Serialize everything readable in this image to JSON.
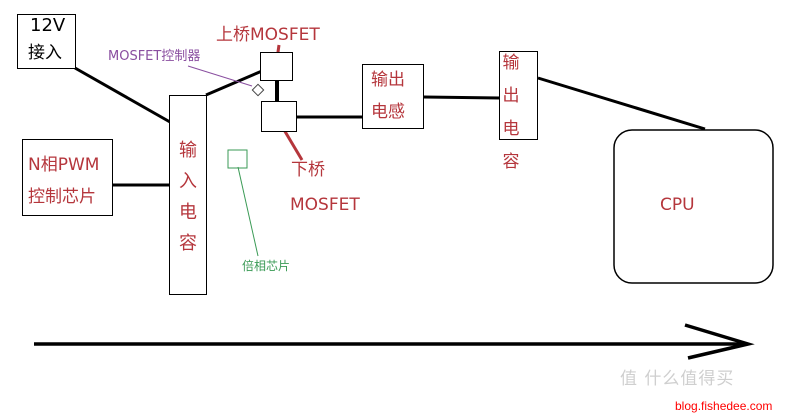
{
  "colors": {
    "label_red": "#b5363c",
    "controller_purple": "#8a4fa0",
    "doubler_green": "#3a9a55",
    "wire_black": "#000000",
    "watermark_red": "#ff0000",
    "watermark_gray": "#d0d0d0"
  },
  "blocks": {
    "power_input": {
      "line1": "12V",
      "line2": "接入"
    },
    "pwm_controller": {
      "line1": "N相PWM",
      "line2": "控制芯片"
    },
    "input_capacitor": {
      "chars": [
        "输",
        "入",
        "电",
        "容"
      ]
    },
    "high_side_mosfet": {
      "label": "上桥MOSFET"
    },
    "low_side_mosfet": {
      "label_line1": "下桥",
      "label_line2": "MOSFET"
    },
    "output_inductor": {
      "line1": "输出",
      "line2": "电感"
    },
    "output_capacitor": {
      "chars": [
        "输",
        "出",
        "电",
        "容"
      ]
    },
    "cpu": {
      "label": "CPU"
    }
  },
  "annotations": {
    "mosfet_driver": "MOSFET控制器",
    "phase_doubler": "倍相芯片"
  },
  "flow_arrow": {
    "direction": "left-to-right"
  },
  "watermark": {
    "logo_text": "值 什么值得买",
    "site": "blog.fishedee.com"
  }
}
